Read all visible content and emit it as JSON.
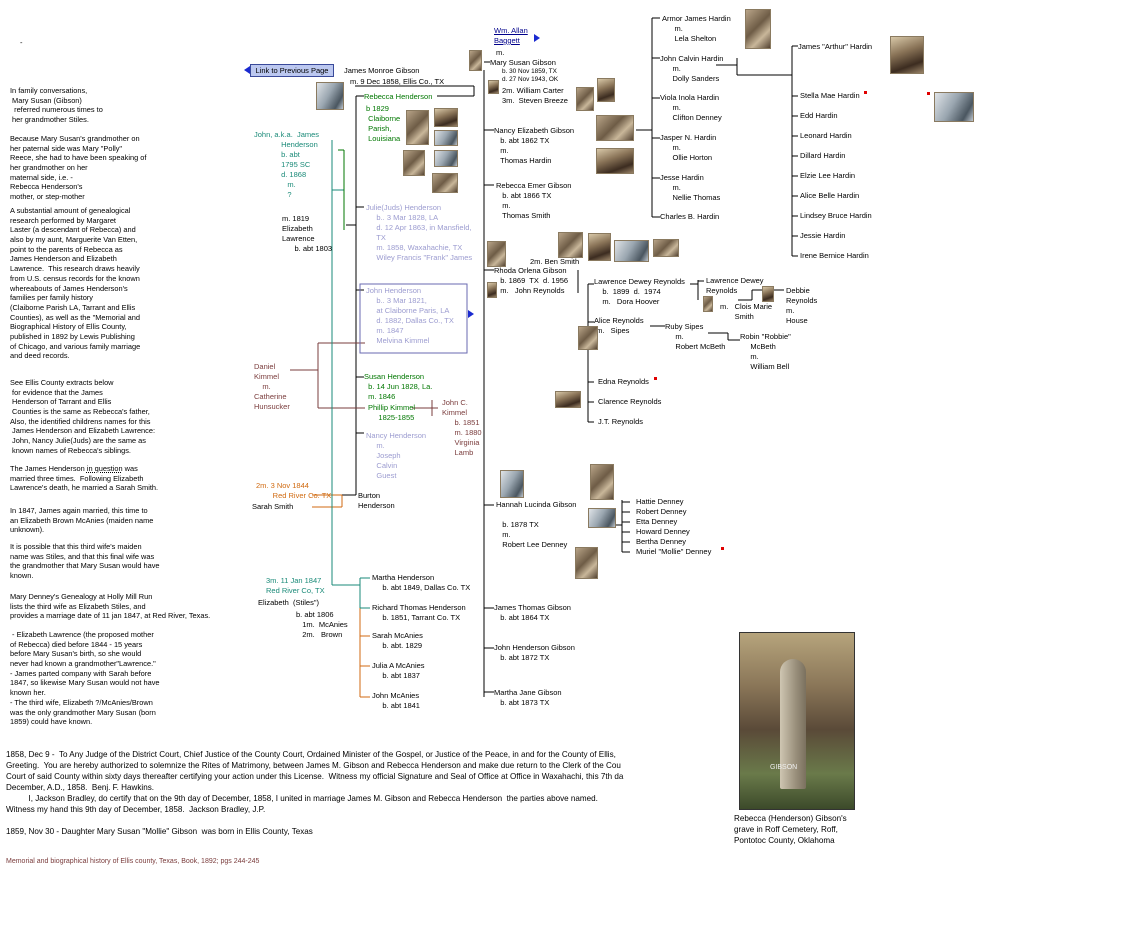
{
  "colors": {
    "green": "#007700",
    "lavender": "#9c9cd0",
    "brown": "#7a3c3c",
    "orange": "#d06a10",
    "teal": "#1a8a78",
    "link": "#00008b",
    "red_marker": "#e00000",
    "button": "#bcc8f0"
  },
  "nav": {
    "dash": "-",
    "link_previous": "Link to Previous Page"
  },
  "narrative": {
    "p1": "In family conversations,\n Mary Susan (Gibson)\n  referred numerous times to\n her grandmother Stiles.",
    "p2": "Because Mary Susan's grandmother on\nher paternal side was Mary \"Polly\"\nReece, she had to have been speaking of\nher grandmother on her\nmaternal side, i.e. -\nRebecca Henderson's\nmother, or step-mother",
    "p3": "A substantial amount of genealogical\nresearch performed by Margaret\nLaster (a descendant of Rebecca) and\nalso by my aunt, Marguerite Van Etten,\npoint to the parents of Rebecca as\nJames Henderson and Elizabeth\nLawrence.  This research draws heavily\nfrom U.S. census records for the known\nwhereabouts of James Henderson's\nfamilies per family history\n(Claiborne Parish LA, Tarrant and Ellis\nCounties), as well as the \"Memorial and\nBiographical History of Ellis County,\npublished in 1892 by Lewis Publishing\nof Chicago, and various family marriage\nand deed records.",
    "p4": "See Ellis County extracts below\n for evidence that the James\n Henderson of Tarrant and Ellis\n Counties is the same as Rebecca's father,\nAlso, the identified childrens names for this\n James Henderson and Elizabeth Lawrence:\n John, Nancy Julie(Juds) are the same as\n known names of Rebecca's siblings.",
    "p5_pre": "The James Henderson ",
    "p5_u": "in question",
    "p5_post": " was\nmarried three times.  Following Elizabeth\nLawrence's death, he married a Sarah Smith.",
    "p6": "In 1847, James again married, this time to\nan Elizabeth Brown McAnies (maiden name\nunknown).",
    "p7": "It is possible that this third wife's maiden\nname was Stiles, and that this final wife was\nthe grandmother that Mary Susan would have\nknown.",
    "p8": "Mary Denney's Genealogy at Holly Mill Run\nlists the third wife as Elizabeth Stiles, and\nprovides a marriage date of 11 jan 1847, at Red River, Texas.",
    "p9": " - Elizabeth Lawrence (the proposed mother\nof Rebecca) died before 1844 - 15 years\nbefore Mary Susan's birth, so she would\nnever had known a grandmother\"Lawrence.\"\n- James parted company with Sarah before\n1847, so likewise Mary Susan would not have\nknown her.\n- The third wife, Elizabeth ?/McAnies/Brown\nwas the only grandmother Mary Susan (born\n1859) could have known."
  },
  "tree": {
    "jm_gibson": "James Monroe Gibson",
    "jm_gibson_m": "m. 9 Dec 1858, Ellis Co., TX",
    "allan_baggett": "Wm. Allan\nBaggett",
    "allan_m": "m.",
    "mary_susan": "Mary Susan Gibson",
    "mary_susan_dates": "b. 30 Nov 1859, TX\nd. 27 Nov 1943, OK",
    "mary_susan_m": "2m. William Carter\n3m.  Steven Breeze",
    "rebecca": "Rebecca Henderson",
    "rebecca_b": "b 1829\n Claiborne\n Parish,\n Louisiana",
    "james_h": "John, a.k.a.  James\n             Henderson\n             b. abt\n             1795 SC\n             d. 1868\n                m.\n                ?",
    "lawrence_m": "m. 1819\nElizabeth\nLawrence\n      b. abt 1803",
    "julie": "Julie(Juds) Henderson\n     b.. 3 Mar 1828, LA\n     d. 12 Apr 1863, in Mansfield,\n     TX\n     m. 1858, Waxahachie, TX\n     Wiley Francis \"Frank\" James",
    "john_h": "John Henderson\n     b.. 3 Mar 1821,\n     at Claiborne Paris, LA\n     d. 1882, Dallas Co., TX\n     m. 1847\n     Melvina Kimmel",
    "daniel": "Daniel\nKimmel\n    m.\nCatherine\nHunsucker",
    "susan": "Susan Henderson\n  b. 14 Jun 1828, La.\n  m. 1846",
    "phillip": "Phillip Kimmel\n     1825-1855",
    "john_kimmel": "John C.\nKimmel\n      b. 1851\n      m. 1880\n      Virginia\n      Lamb",
    "nancy_h": "Nancy Henderson\n     m.\n     Joseph\n     Calvin\n     Guest",
    "sarah_m": "2m. 3 Nov 1844\n        Red River Co. TX",
    "sarah_smith": "Sarah Smith",
    "burton": "Burton\nHenderson",
    "eliz_m": "3m. 11 Jan 1847\nRed River Co, TX",
    "eliz_stiles": "Elizabeth  (Stiles\")",
    "eliz_b": "b. abt 1806\n   1m.  McAnies\n   2m.   Brown",
    "martha_h": "Martha Henderson\n     b. abt 1849, Dallas Co. TX",
    "richard": "Richard Thomas Henderson\n     b. 1851, Tarrant Co. TX",
    "sarah_mc": "Sarah McAnies\n     b. abt. 1829",
    "julia_mc": "Julia A McAnies\n     b. abt 1837",
    "john_mc": "John McAnies\n     b. abt 1841",
    "nancy_g": "Nancy Elizabeth Gibson\n   b. abt 1862 TX\n   m.\n   Thomas Hardin",
    "rebecca_g": "Rebecca Emer Gibson\n   b. abt 1866 TX\n   m.\n   Thomas Smith",
    "ben_smith": "2m. Ben Smith",
    "rhoda": "Rhoda Orlena Gibson\n   b. 1869  TX  d. 1956\n   m.   John Reynolds",
    "hannah": "Hannah Lucinda Gibson\n\n   b. 1878 TX\n   m.\n   Robert Lee Denney",
    "james_tg": "James Thomas Gibson\n   b. abt 1864 TX",
    "john_hg": "John Henderson Gibson\n   b. abt 1872 TX",
    "martha_g": "Martha Jane Gibson\n   b. abt 1873 TX",
    "armor": "Armor James Hardin\n      m.\n      Lela Shelton",
    "john_calvin": "John Calvin Hardin\n      m.\n      Dolly Sanders",
    "viola": "Viola Inola Hardin\n      m.\n      Clifton Denney",
    "jasper": "Jasper N. Hardin\n      m.\n      Ollie Horton",
    "jesse1": "Jesse Hardin\n      m.\n      Nellie Thomas",
    "charles": "Charles B. Hardin",
    "arthur": "James \"Arthur\" Hardin",
    "stella": "Stella Mae Hardin",
    "edd": "Edd Hardin",
    "leonard": "Leonard Hardin",
    "dillard": "Dillard Hardin",
    "elzie": "Elzie Lee Hardin",
    "alice_b": "Alice Belle Hardin",
    "lindsey": "Lindsey Bruce Hardin",
    "jessie2": "Jessie Hardin",
    "irene": "Irene Bernice Hardin",
    "ld_reynolds": "Lawrence Dewey Reynolds\n    b.  1899  d.  1974\n    m.   Dora Hoover",
    "ld_reynolds2": "Lawrence Dewey\nReynolds",
    "clois": "m.   Clois Marie\n       Smith",
    "debbie": "Debbie\nReynolds\nm.\nHouse",
    "alice_r": "Alice Reynolds\n m.   Sipes",
    "ruby": "Ruby Sipes\n     m.\n     Robert McBeth",
    "robin": "Robin \"Robbie\"\n     McBeth\n     m.\n     William Bell",
    "edna": "Edna Reynolds",
    "clarence": "Clarence Reynolds",
    "jt": "J.T. Reynolds",
    "hattie": "Hattie Denney",
    "robert_d": "Robert Denney",
    "etta": "Etta Denney",
    "howard": "Howard Denney",
    "bertha": "Bertha Denney",
    "muriel": "Muriel \"Mollie\" Denney"
  },
  "documents": {
    "marriage": "1858, Dec 9 -  To Any Judge of the District Court, Chief Justice of the County Court, Ordained Minister of the Gospel, or Justice of the Peace, in and for the County of Ellis,\nGreeting.  You are hereby authorized to solemnize the Rites of Matrimony, between James M. Gibson and Rebecca Henderson and make due return to the Clerk of the Cou\nCourt of said County within sixty days thereafter certifying your action under this License.  Witness my official Signature and Seal of Office at Office in Waxahachi, this 7th da\nDecember, A.D., 1858.  Benj. F. Hawkins.\n          I, Jackson Bradley, do certify that on the 9th day of December, 1858, I united in marriage James M. Gibson and Rebecca Henderson  the parties above named.\nWitness my hand this 9th day of December, 1858.  Jackson Bradley, J.P.",
    "birth": "1859, Nov 30 - Daughter Mary Susan \"Mollie\" Gibson  was born in Ellis County, Texas",
    "source": "Memorial and biographical history of Ellis county, Texas, Book, 1892; pgs 244-245"
  },
  "grave": {
    "caption": "Rebecca (Henderson) Gibson's\ngrave in Roff Cemetery, Roff,\nPontotoc County, Oklahoma",
    "stone_text": "GIBSON"
  }
}
